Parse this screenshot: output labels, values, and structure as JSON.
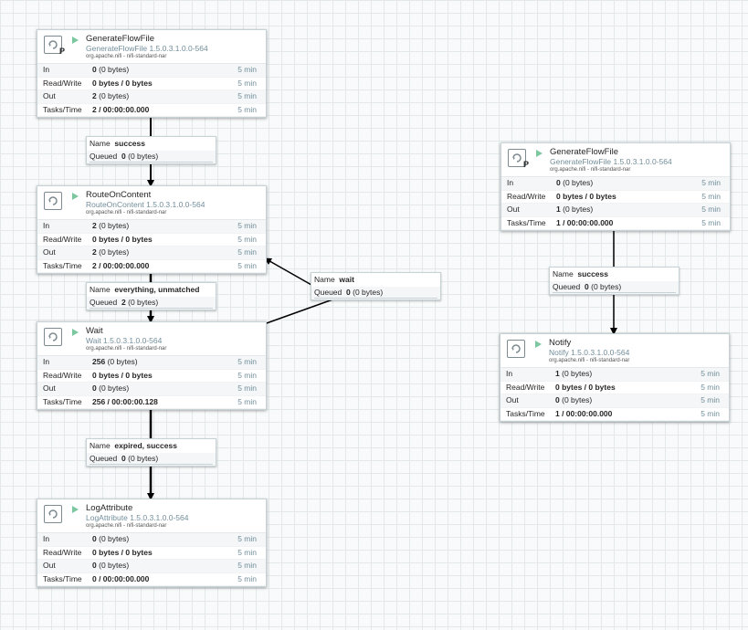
{
  "processors": [
    {
      "id": "gen1",
      "name": "GenerateFlowFile",
      "type": "GenerateFlowFile 1.5.0.3.1.0.0-564",
      "bundle": "org.apache.nifi - nifi-standard-nar",
      "badge": "P",
      "stats": [
        {
          "label": "In",
          "value": "0",
          "detail": "(0 bytes)",
          "period": "5 min"
        },
        {
          "label": "Read/Write",
          "value": "0 bytes / 0 bytes",
          "detail": "",
          "period": "5 min"
        },
        {
          "label": "Out",
          "value": "2",
          "detail": "(0 bytes)",
          "period": "5 min"
        },
        {
          "label": "Tasks/Time",
          "value": "2 / 00:00:00.000",
          "detail": "",
          "period": "5 min"
        }
      ]
    },
    {
      "id": "route",
      "name": "RouteOnContent",
      "type": "RouteOnContent 1.5.0.3.1.0.0-564",
      "bundle": "org.apache.nifi - nifi-standard-nar",
      "badge": "",
      "stats": [
        {
          "label": "In",
          "value": "2",
          "detail": "(0 bytes)",
          "period": "5 min"
        },
        {
          "label": "Read/Write",
          "value": "0 bytes / 0 bytes",
          "detail": "",
          "period": "5 min"
        },
        {
          "label": "Out",
          "value": "2",
          "detail": "(0 bytes)",
          "period": "5 min"
        },
        {
          "label": "Tasks/Time",
          "value": "2 / 00:00:00.000",
          "detail": "",
          "period": "5 min"
        }
      ]
    },
    {
      "id": "wait",
      "name": "Wait",
      "type": "Wait 1.5.0.3.1.0.0-564",
      "bundle": "org.apache.nifi - nifi-standard-nar",
      "badge": "",
      "stats": [
        {
          "label": "In",
          "value": "256",
          "detail": "(0 bytes)",
          "period": "5 min"
        },
        {
          "label": "Read/Write",
          "value": "0 bytes / 0 bytes",
          "detail": "",
          "period": "5 min"
        },
        {
          "label": "Out",
          "value": "0",
          "detail": "(0 bytes)",
          "period": "5 min"
        },
        {
          "label": "Tasks/Time",
          "value": "256 / 00:00:00.128",
          "detail": "",
          "period": "5 min"
        }
      ]
    },
    {
      "id": "log",
      "name": "LogAttribute",
      "type": "LogAttribute 1.5.0.3.1.0.0-564",
      "bundle": "org.apache.nifi - nifi-standard-nar",
      "badge": "",
      "stats": [
        {
          "label": "In",
          "value": "0",
          "detail": "(0 bytes)",
          "period": "5 min"
        },
        {
          "label": "Read/Write",
          "value": "0 bytes / 0 bytes",
          "detail": "",
          "period": "5 min"
        },
        {
          "label": "Out",
          "value": "0",
          "detail": "(0 bytes)",
          "period": "5 min"
        },
        {
          "label": "Tasks/Time",
          "value": "0 / 00:00:00.000",
          "detail": "",
          "period": "5 min"
        }
      ]
    },
    {
      "id": "gen2",
      "name": "GenerateFlowFile",
      "type": "GenerateFlowFile 1.5.0.3.1.0.0-564",
      "bundle": "org.apache.nifi - nifi-standard-nar",
      "badge": "P",
      "stats": [
        {
          "label": "In",
          "value": "0",
          "detail": "(0 bytes)",
          "period": "5 min"
        },
        {
          "label": "Read/Write",
          "value": "0 bytes / 0 bytes",
          "detail": "",
          "period": "5 min"
        },
        {
          "label": "Out",
          "value": "1",
          "detail": "(0 bytes)",
          "period": "5 min"
        },
        {
          "label": "Tasks/Time",
          "value": "1 / 00:00:00.000",
          "detail": "",
          "period": "5 min"
        }
      ]
    },
    {
      "id": "notify",
      "name": "Notify",
      "type": "Notify 1.5.0.3.1.0.0-564",
      "bundle": "org.apache.nifi - nifi-standard-nar",
      "badge": "",
      "stats": [
        {
          "label": "In",
          "value": "1",
          "detail": "(0 bytes)",
          "period": "5 min"
        },
        {
          "label": "Read/Write",
          "value": "0 bytes / 0 bytes",
          "detail": "",
          "period": "5 min"
        },
        {
          "label": "Out",
          "value": "0",
          "detail": "(0 bytes)",
          "period": "5 min"
        },
        {
          "label": "Tasks/Time",
          "value": "1 / 00:00:00.000",
          "detail": "",
          "period": "5 min"
        }
      ]
    }
  ],
  "connections": [
    {
      "id": "c1",
      "from": "GenerateFlowFile",
      "to": "RouteOnContent",
      "name_label": "Name",
      "name": "success",
      "queued_label": "Queued",
      "queued": "0",
      "queued_detail": "(0 bytes)"
    },
    {
      "id": "c2",
      "from": "RouteOnContent",
      "to": "Wait",
      "name_label": "Name",
      "name": "everything, unmatched",
      "queued_label": "Queued",
      "queued": "2",
      "queued_detail": "(0 bytes)"
    },
    {
      "id": "c3",
      "from": "Wait",
      "to": "RouteOnContent",
      "name_label": "Name",
      "name": "wait",
      "queued_label": "Queued",
      "queued": "0",
      "queued_detail": "(0 bytes)"
    },
    {
      "id": "c4",
      "from": "Wait",
      "to": "LogAttribute",
      "name_label": "Name",
      "name": "expired, success",
      "queued_label": "Queued",
      "queued": "0",
      "queued_detail": "(0 bytes)"
    },
    {
      "id": "c5",
      "from": "GenerateFlowFile",
      "to": "Notify",
      "name_label": "Name",
      "name": "success",
      "queued_label": "Queued",
      "queued": "0",
      "queued_detail": "(0 bytes)"
    }
  ],
  "colors": {
    "canvas": "#f9fafb",
    "grid": "#e3e8eb",
    "type_text": "#728e9b",
    "run_icon": "#7dc7a0",
    "edge": "#000000"
  }
}
